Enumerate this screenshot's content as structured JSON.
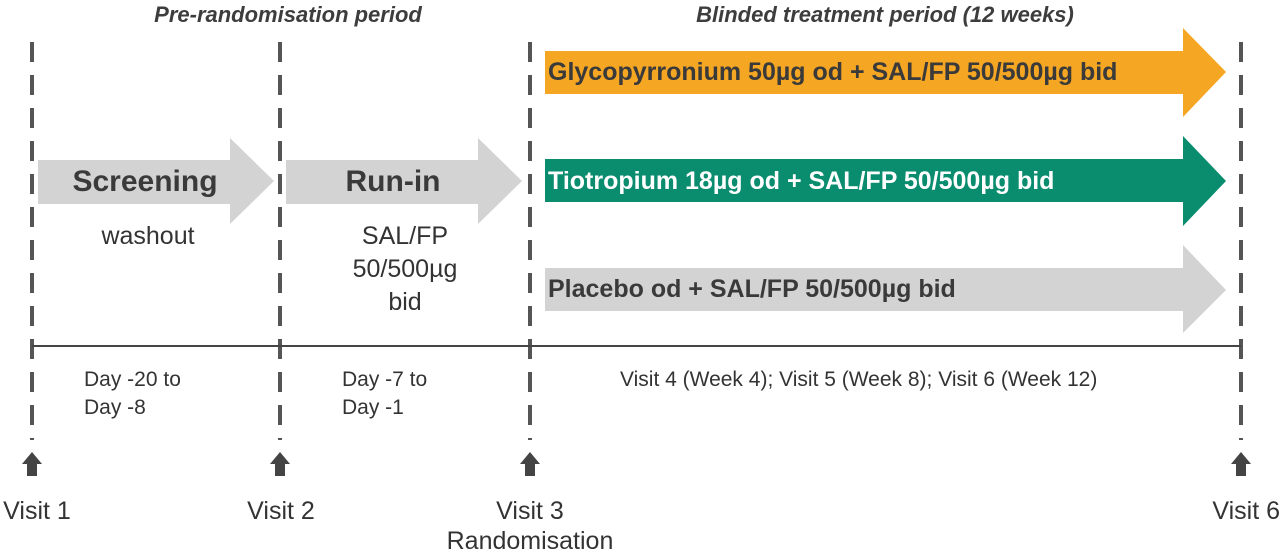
{
  "periods": {
    "pre_randomisation": "Pre-randomisation period",
    "blinded_treatment": "Blinded treatment period (12 weeks)"
  },
  "stages": {
    "screening": {
      "title": "Screening",
      "note": "washout"
    },
    "run_in": {
      "title": "Run-in",
      "note_lines": [
        "SAL/FP",
        "50/500µg",
        "bid"
      ]
    }
  },
  "arms": [
    {
      "label": "Glycopyrronium 50µg od + SAL/FP 50/500µg bid",
      "color": "#f5a623",
      "text_color": "#3a3a3a"
    },
    {
      "label": "Tiotropium 18µg od + SAL/FP 50/500µg bid",
      "color": "#0a8c6e",
      "text_color": "#ffffff"
    },
    {
      "label": "Placebo od + SAL/FP 50/500µg bid",
      "color": "#d3d3d3",
      "text_color": "#3a3a3a"
    }
  ],
  "timeline_labels": {
    "screening_days": [
      "Day -20 to",
      "Day -8"
    ],
    "run_in_days": [
      "Day -7 to",
      "Day -1"
    ],
    "treatment_visits": "Visit 4 (Week 4); Visit 5 (Week 8); Visit 6 (Week 12)"
  },
  "visits": [
    {
      "label": "Visit 1",
      "sub": ""
    },
    {
      "label": "Visit 2",
      "sub": ""
    },
    {
      "label": "Visit 3",
      "sub": "Randomisation"
    },
    {
      "label": "Visit 6",
      "sub": ""
    }
  ],
  "colors": {
    "gray_arrow": "#d3d3d3",
    "dashed_line": "#555555",
    "timeline": "#444444",
    "visit_arrow": "#444444"
  }
}
